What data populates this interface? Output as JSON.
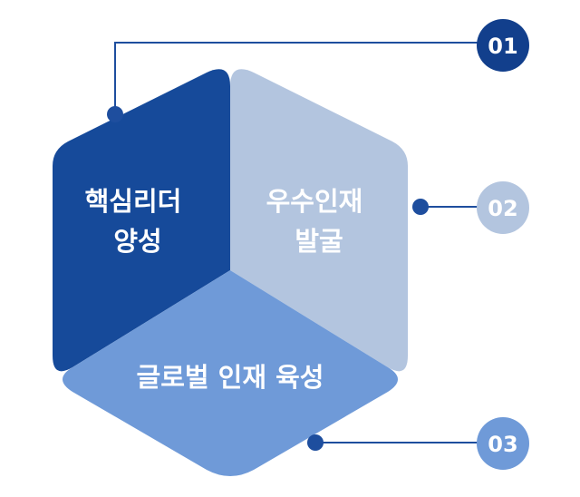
{
  "segments": [
    {
      "id": "core-leader",
      "lines": [
        "핵심리더",
        "양성"
      ],
      "color": "#164a9a"
    },
    {
      "id": "excellent-talent",
      "lines": [
        "우수인재",
        "발굴"
      ],
      "color": "#b3c5df"
    },
    {
      "id": "global-talent",
      "lines": [
        "글로벌 인재 육성"
      ],
      "color": "#6f9ad8"
    }
  ],
  "badges": [
    {
      "label": "01",
      "color": "#123f8c"
    },
    {
      "label": "02",
      "color": "#b3c5df"
    },
    {
      "label": "03",
      "color": "#6f9ad8"
    }
  ],
  "connector_color": "#1e4e9e"
}
